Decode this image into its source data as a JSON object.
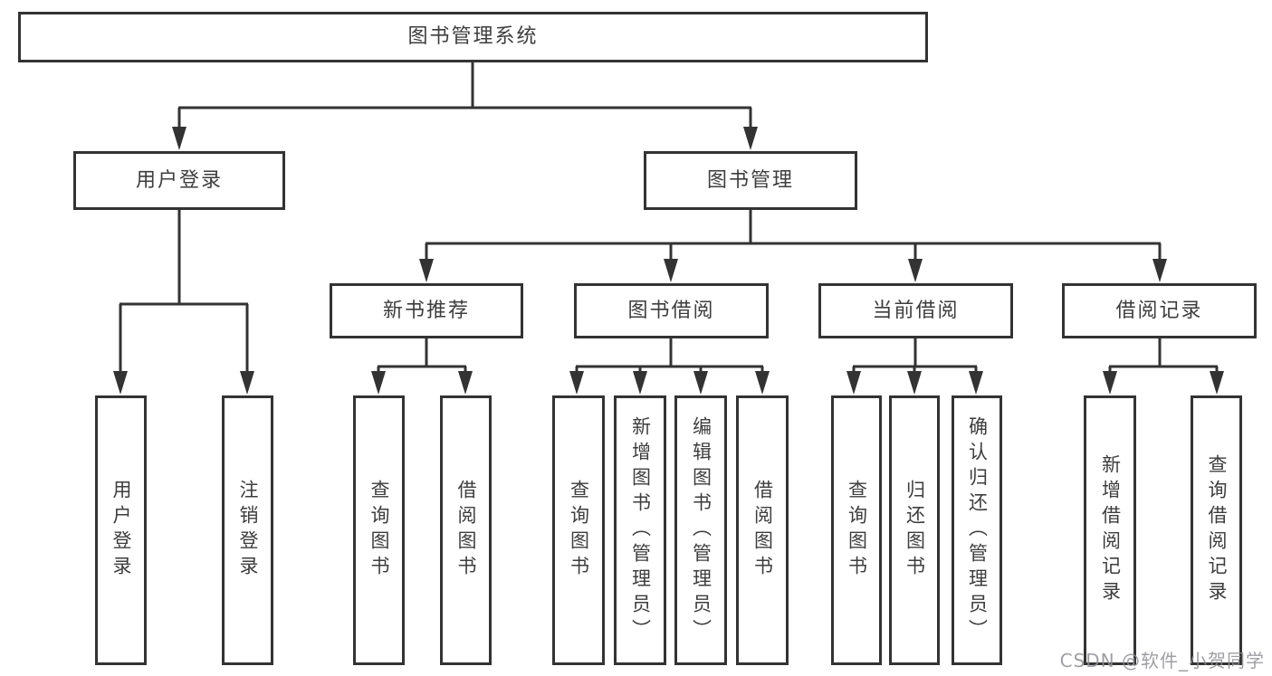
{
  "diagram": {
    "title_node": "图书管理系统",
    "nodes": {
      "root": {
        "label": "图书管理系统"
      },
      "user_login": {
        "label": "用户登录"
      },
      "book_mgmt": {
        "label": "图书管理"
      },
      "new_book_rec": {
        "label": "新书推荐"
      },
      "book_borrow": {
        "label": "图书借阅"
      },
      "current_borrow": {
        "label": "当前借阅"
      },
      "borrow_records": {
        "label": "借阅记录"
      },
      "leaf_user_login": {
        "label": "用户登录"
      },
      "leaf_logout": {
        "label": "注销登录"
      },
      "leaf_query_book_1": {
        "label": "查询图书"
      },
      "leaf_borrow_book_1": {
        "label": "借阅图书"
      },
      "leaf_query_book_2": {
        "label": "查询图书"
      },
      "leaf_add_book": {
        "label": "新增图书（管理员）"
      },
      "leaf_edit_book": {
        "label": "编辑图书（管理员）"
      },
      "leaf_borrow_book_2": {
        "label": "借阅图书"
      },
      "leaf_query_book_3": {
        "label": "查询图书"
      },
      "leaf_return_book": {
        "label": "归还图书"
      },
      "leaf_confirm_return": {
        "label": "确认归还（管理员）"
      },
      "leaf_add_borrow_record": {
        "label": "新增借阅记录"
      },
      "leaf_query_borrow_record": {
        "label": "查询借阅记录"
      }
    },
    "hierarchy_note": "root > (user_login, book_mgmt); user_login > (leaf_user_login, leaf_logout); book_mgmt > (new_book_rec, book_borrow, current_borrow, borrow_records)"
  },
  "watermark": {
    "text": "CSDN @软件_小贺同学"
  },
  "colors": {
    "line": "#333333",
    "text": "#3d3d3d",
    "bg": "#ffffff",
    "box_bg": "#ffffff",
    "watermark": "#8f8f94"
  }
}
